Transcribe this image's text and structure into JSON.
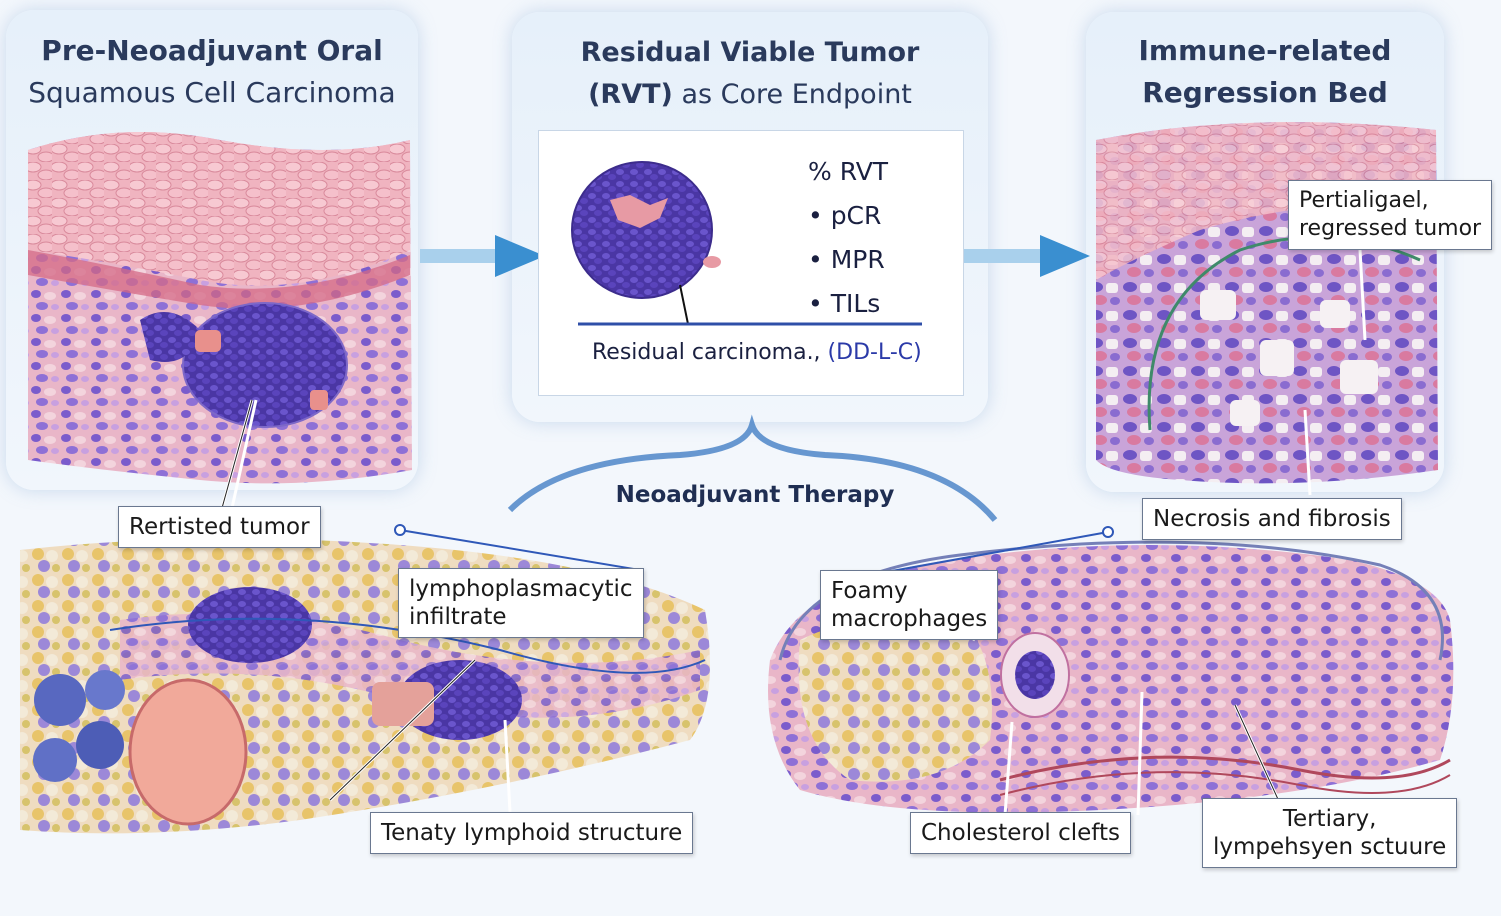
{
  "panels": {
    "pre": {
      "title_line1": "Pre-Neoadjuvant Oral",
      "title_line2": "Squamous Cell Carcinoma"
    },
    "rvt": {
      "title_line1": "Residual Viable Tumor",
      "title_line2_bold": "(RVT)",
      "title_line2_rest": " as Core Endpoint",
      "metrics": [
        "% RVT",
        "• pCR",
        "• MPR",
        "• TILs"
      ],
      "caption_main": "Residual carcinoma.,",
      "caption_marker": " (DD-L-C)"
    },
    "regression": {
      "title_line1": "Immune-related",
      "title_line2": "Regression Bed"
    }
  },
  "therapy_label": "Neoadjuvant Therapy",
  "labels": {
    "resisted_tumor": "Rertisted tumor",
    "lymphoplasmacytic_line1": "lymphoplasmacytic",
    "lymphoplasmacytic_line2": "infiltrate",
    "tls_left": "Tenaty lymphoid structure",
    "partial_line1": "Pertialigael,",
    "partial_line2": "regressed tumor",
    "necrosis": "Necrosis and fibrosis",
    "foamy_line1": "Foamy",
    "foamy_line2": "macrophages",
    "cholesterol": "Cholesterol clefts",
    "tls_right_line1": "Tertiary,",
    "tls_right_line2": "lympehsyen sctuure"
  },
  "colors": {
    "tumor_purple": "#5b46b8",
    "pink_tissue": "#e8a2b4",
    "arrow_blue": "#3a8fd0",
    "panel_bg": "#e6f0fa"
  }
}
